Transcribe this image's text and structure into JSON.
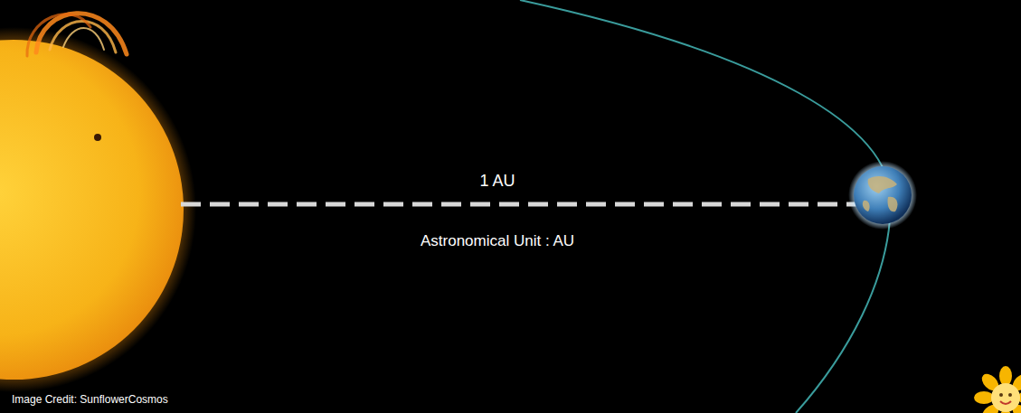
{
  "diagram": {
    "labels": [
      "1 AU",
      "Astronomical Unit : AU",
      "Image Credit: SunflowerCosmos"
    ]
  }
}
